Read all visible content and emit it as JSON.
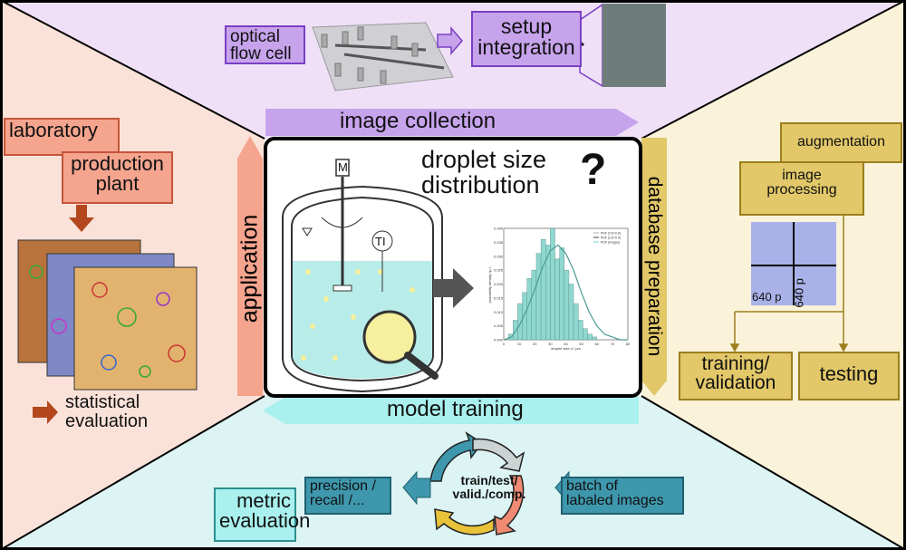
{
  "center": {
    "title_line1": "droplet size",
    "title_line2": "distribution",
    "question_mark": "?",
    "motor_label": "M",
    "sensor_label": "TI"
  },
  "bands": {
    "top": "image collection",
    "right": "database preparation",
    "bottom": "model training",
    "left": "application"
  },
  "top_panel": {
    "optical_flow_cell": [
      "optical",
      "flow cell"
    ],
    "setup_integration": [
      "setup",
      "integration"
    ]
  },
  "left_panel": {
    "laboratory": "laboratory",
    "production_plant": [
      "production",
      "plant"
    ],
    "statistical_evaluation": [
      "statistical",
      "evaluation"
    ]
  },
  "right_panel": {
    "augmentation": "augmentation",
    "image_processing": [
      "image",
      "processing"
    ],
    "dim_x": "640 p",
    "dim_y": "640 p",
    "training_validation": [
      "training/",
      "validation"
    ],
    "testing": "testing"
  },
  "bottom_panel": {
    "cycle": [
      "train/test/",
      "valid./comp."
    ],
    "batch": [
      "batch of",
      "labaled images"
    ],
    "precision": [
      "precision /",
      "recall /..."
    ],
    "metric": [
      "metric",
      "evaluation"
    ]
  },
  "colors": {
    "top": "#efe0f7",
    "left": "#fae2d9",
    "right": "#faf3da",
    "bottom": "#dcf4f3",
    "purple": "#c7a3ec",
    "salmon": "#f5a48e",
    "gold": "#e2c869",
    "teal": "#3e97ad",
    "cyan": "#a9f0ee"
  },
  "chart_data": {
    "type": "bar",
    "xlabel": "droplet size d / µm",
    "ylabel": "probability density q₀ / -",
    "xlim": [
      0,
      80
    ],
    "ylim": [
      0,
      0.04
    ],
    "xticks": [
      0,
      10,
      20,
      30,
      40,
      50,
      60,
      70,
      80
    ],
    "yticks": [
      0.0,
      0.005,
      0.01,
      0.015,
      0.02,
      0.025,
      0.03,
      0.035,
      0.04
    ],
    "bin_width": 3,
    "bin_starts": [
      3,
      6,
      9,
      12,
      15,
      18,
      21,
      24,
      27,
      30,
      33,
      36,
      39,
      42,
      45,
      48,
      51,
      54,
      57
    ],
    "values": [
      0.002,
      0.007,
      0.013,
      0.017,
      0.022,
      0.025,
      0.031,
      0.036,
      0.034,
      0.04,
      0.029,
      0.033,
      0.025,
      0.02,
      0.013,
      0.007,
      0.004,
      0.002,
      0.001
    ],
    "curve": {
      "x": [
        0,
        5,
        10,
        15,
        20,
        25,
        30,
        35,
        40,
        45,
        50,
        55,
        60,
        65,
        70,
        75,
        80
      ],
      "y": [
        0,
        0.001,
        0.005,
        0.011,
        0.018,
        0.026,
        0.032,
        0.034,
        0.031,
        0.025,
        0.017,
        0.01,
        0.005,
        0.002,
        0.001,
        0,
        0
      ]
    },
    "legend": [
      "PDF (CS=0.6)",
      "PDF (CS=0.9)",
      "PDF (image))"
    ],
    "legend_position": "top-right"
  }
}
